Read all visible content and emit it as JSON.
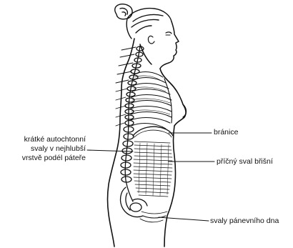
{
  "labels": {
    "diaphragm": "bránice",
    "deep_back_muscles": [
      "krátké autochtonní",
      "svaly v nejhlubší",
      "vrstvě podél páteře"
    ],
    "transverse_abdominis": "příčný sval břišní",
    "pelvic_floor": "svaly pánevního dna"
  },
  "colors": {
    "ink": "#111111",
    "background": "#ffffff"
  }
}
